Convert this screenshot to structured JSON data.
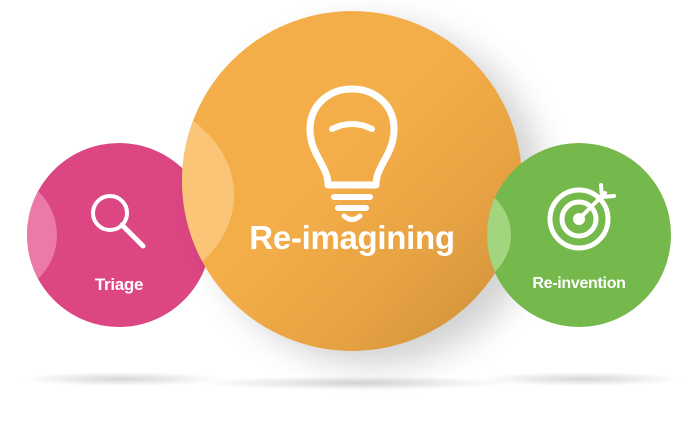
{
  "stages": [
    {
      "id": "triage",
      "label": "Triage",
      "icon": "magnifier-icon",
      "color": "#dc4683"
    },
    {
      "id": "reimagining",
      "label": "Re-imagining",
      "icon": "lightbulb-icon",
      "color": "#f4ae49"
    },
    {
      "id": "reinvention",
      "label": "Re-invention",
      "icon": "target-icon",
      "color": "#75b84b"
    }
  ]
}
